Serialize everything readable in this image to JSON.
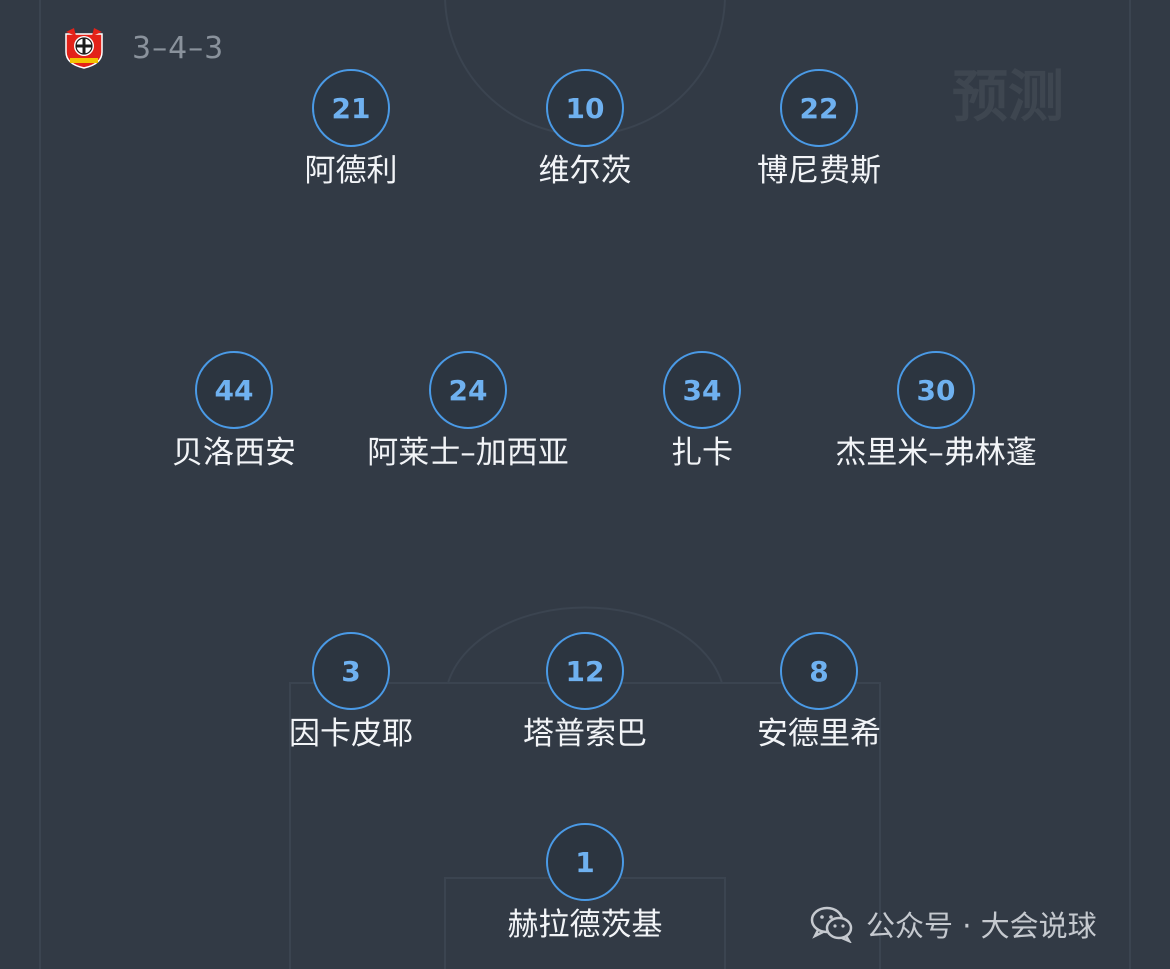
{
  "team": {
    "crest_icon": "bayer-leverkusen-crest",
    "formation": "3–4–3",
    "watermark": "预测"
  },
  "colors": {
    "background": "#323a45",
    "badge_border": "#4a9ae6",
    "badge_text": "#6fb1f0",
    "name_text": "#f2f4f7"
  },
  "players": [
    {
      "number": "21",
      "name": "阿德利"
    },
    {
      "number": "10",
      "name": "维尔茨"
    },
    {
      "number": "22",
      "name": "博尼费斯"
    },
    {
      "number": "44",
      "name": "贝洛西安"
    },
    {
      "number": "24",
      "name": "阿莱士–加西亚"
    },
    {
      "number": "34",
      "name": "扎卡"
    },
    {
      "number": "30",
      "name": "杰里米–弗林蓬"
    },
    {
      "number": "3",
      "name": "因卡皮耶"
    },
    {
      "number": "12",
      "name": "塔普索巴"
    },
    {
      "number": "8",
      "name": "安德里希"
    },
    {
      "number": "1",
      "name": "赫拉德茨基"
    }
  ],
  "footer": {
    "icon": "wechat-icon",
    "text": "公众号 · 大会说球"
  }
}
